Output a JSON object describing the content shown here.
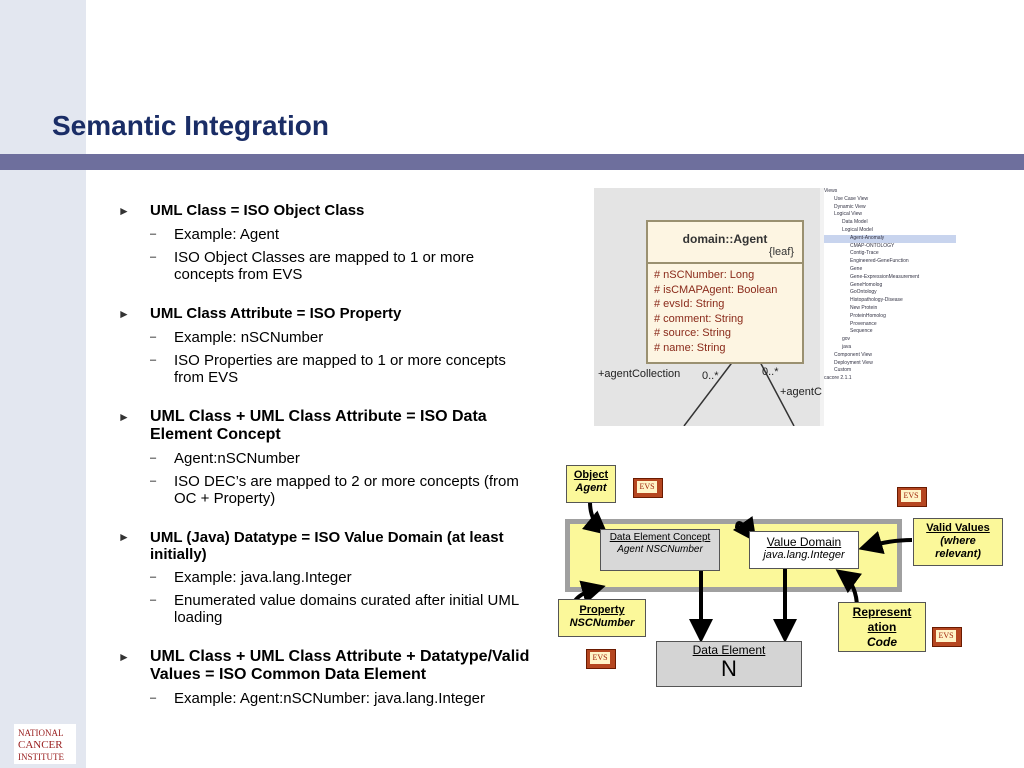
{
  "title": "Semantic Integration",
  "bullets": [
    {
      "text": "UML Class = ISO Object Class",
      "subs": [
        "Example: Agent",
        "ISO Object Classes are mapped to 1 or more concepts from EVS"
      ]
    },
    {
      "text": "UML Class Attribute = ISO Property",
      "subs": [
        "Example: nSCNumber",
        "ISO Properties are mapped to 1 or more concepts from EVS"
      ]
    },
    {
      "text": "UML Class + UML Class Attribute = ISO Data Element Concept",
      "subs": [
        "Agent:nSCNumber",
        "ISO DEC’s are mapped to 2 or more concepts (from OC + Property)"
      ]
    },
    {
      "text": "UML (Java) Datatype = ISO Value Domain (at least initially)",
      "subs": [
        "Example: java.lang.Integer",
        "Enumerated value domains curated after initial UML loading"
      ]
    },
    {
      "text": "UML Class + UML Class Attribute + Datatype/Valid Values = ISO Common Data Element",
      "subs": [
        "Example: Agent:nSCNumber: java.lang.Integer"
      ]
    }
  ],
  "uml": {
    "class_name": "domain::Agent",
    "stereotype": "{leaf}",
    "attributes": [
      "# nSCNumber: Long",
      "# isCMAPAgent: Boolean",
      "# evsId: String",
      "# comment: String",
      "# source: String",
      "# name: String"
    ],
    "role_left": "+agentCollection",
    "mult_left": "0..*",
    "mult_right": "0..*",
    "role_right": "+agentC",
    "tree_items": [
      "Views",
      "Use Case View",
      "Dynamic View",
      "Logical View",
      "Data Model",
      "Logical Model",
      "Agent-Anomaly",
      "CMAP-ONTOLOGY",
      "Contig-Trace",
      "Engineered-GeneFunction",
      "Gene",
      "Gene-ExpressionMeasurement",
      "GeneHomolog",
      "GoOntology",
      "Histopathology-Disease",
      "New Protein",
      "ProteinHomolog",
      "Provenance",
      "Sequence",
      "gov",
      "java",
      "Component View",
      "Deployment View",
      "Custom",
      "cacore 2.1.1"
    ]
  },
  "diagram": {
    "object": {
      "title": "Object",
      "value": "Agent"
    },
    "dec": {
      "title": "Data Element Concept",
      "value": "Agent NSCNumber"
    },
    "vd": {
      "title": "Value Domain",
      "value": "java.lang.Integer"
    },
    "valid_values": {
      "title": "Valid Values",
      "value": "(where relevant)"
    },
    "property": {
      "title": "Property",
      "value": "NSCNumber"
    },
    "representation": {
      "title": "Representation",
      "value": "Code"
    },
    "data_element": {
      "title": "Data Element",
      "value": "N"
    },
    "evs_label": "EVS"
  },
  "logo": {
    "line1": "NATIONAL",
    "line2": "CANCER",
    "line3": "INSTITUTE"
  },
  "colors": {
    "title": "#1a2d66",
    "band": "#6e6f9d",
    "yellow": "#fbf89a",
    "evs": "#b54620"
  }
}
